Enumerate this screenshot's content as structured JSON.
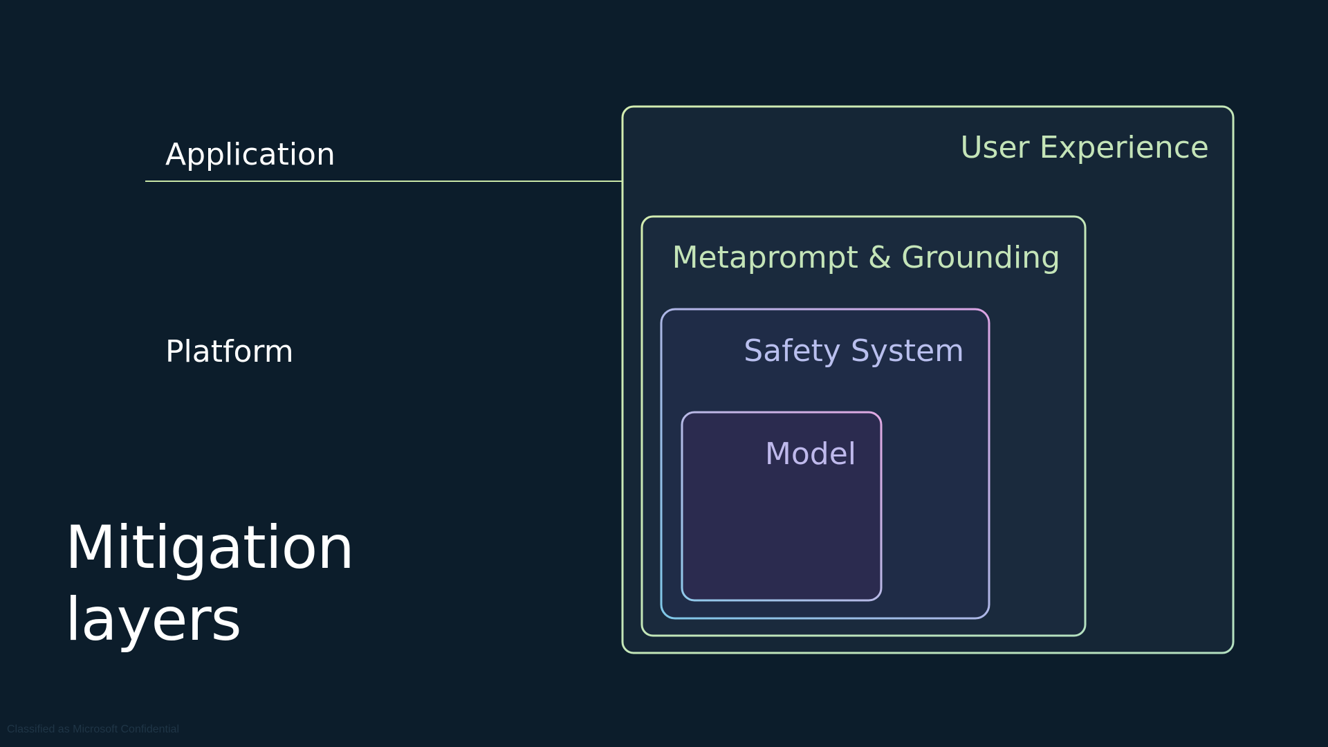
{
  "layers": {
    "application_label": "Application",
    "platform_label": "Platform"
  },
  "boxes": {
    "user_experience": "User Experience",
    "metaprompt_grounding": "Metaprompt & Grounding",
    "safety_system": "Safety System",
    "model": "Model"
  },
  "title": {
    "line1": "Mitigation",
    "line2": "layers"
  },
  "footer": {
    "classification": "Classified as Microsoft Confidential"
  },
  "colors": {
    "background": "#0c1d2b",
    "application_accent": "#c9e6a8",
    "safety_gradient_start": "#7fc4e8",
    "safety_gradient_end": "#d9a6e6"
  }
}
